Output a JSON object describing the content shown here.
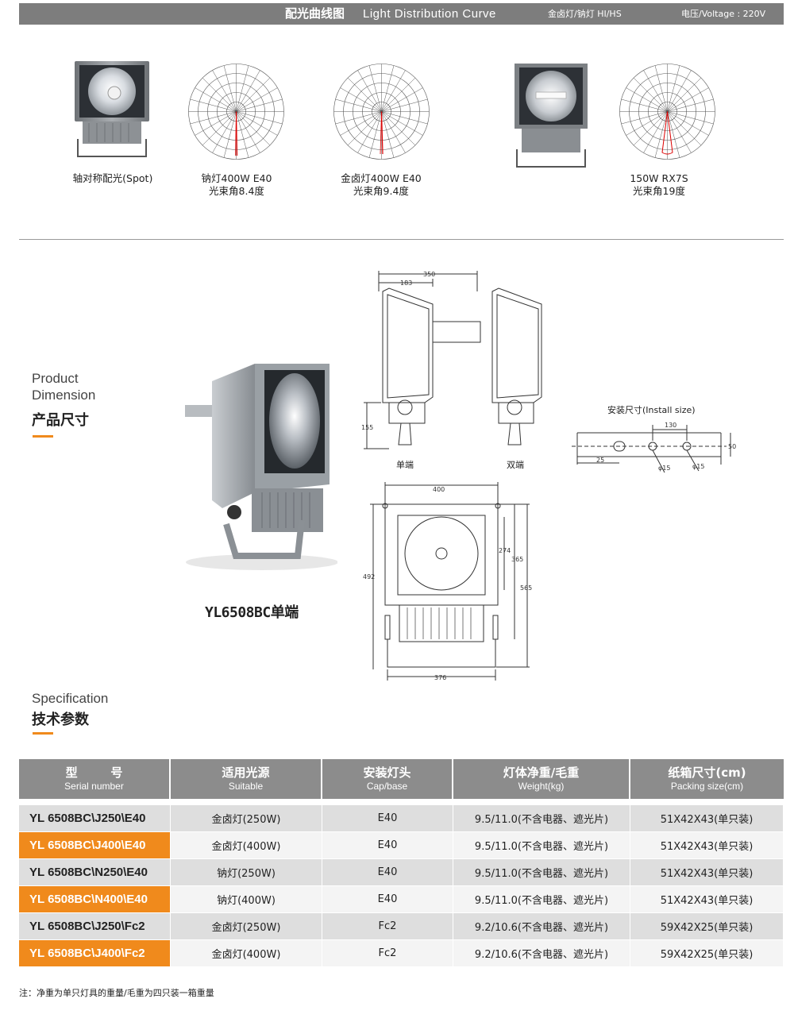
{
  "header": {
    "title_cn": "配光曲线图",
    "title_en": "Light Distribution Curve",
    "lamp_types": "金卤灯/钠灯  HI/HS",
    "voltage": "电压/Voltage : 220V"
  },
  "curves": {
    "spot_caption": "轴对称配光(Spot)",
    "sodium_line1": "钠灯400W   E40",
    "sodium_line2": "光束角8.4度",
    "metal_line1": "金卤灯400W   E40",
    "metal_line2": "光束角9.4度",
    "rx7s_line1": "150W   RX7S",
    "rx7s_line2": "光束角19度"
  },
  "dimension": {
    "title_en_1": "Product",
    "title_en_2": "Dimension",
    "title_cn": "产品尺寸",
    "model_label": "YL6508BC单端",
    "side_single_label": "单端",
    "side_double_label": "双端",
    "install_label": "安装尺寸(Install size)",
    "dims": {
      "d350": "350",
      "d183": "183",
      "d155": "155",
      "d130": "130",
      "d25": "25",
      "d50": "50",
      "phi15a": "φ15",
      "phi15b": "φ15",
      "d400": "400",
      "d492": "492",
      "d274": "274",
      "d365": "365",
      "d565": "565",
      "d376": "376"
    }
  },
  "spec": {
    "title_en": "Specification",
    "title_cn": "技术参数",
    "columns": [
      {
        "cn": "型        号",
        "en": "Serial number"
      },
      {
        "cn": "适用光源",
        "en": "Suitable"
      },
      {
        "cn": "安装灯头",
        "en": "Cap/base"
      },
      {
        "cn": "灯体净重/毛重",
        "en": "Weight(kg)"
      },
      {
        "cn": "纸箱尺寸(cm)",
        "en": "Packing size(cm)"
      }
    ],
    "rows": [
      [
        "YL 6508BC\\J250\\E40",
        "金卤灯(250W)",
        "E40",
        "9.5/11.0(不含电器、遮光片)",
        "51X42X43(单只装)"
      ],
      [
        "YL 6508BC\\J400\\E40",
        "金卤灯(400W)",
        "E40",
        "9.5/11.0(不含电器、遮光片)",
        "51X42X43(单只装)"
      ],
      [
        "YL 6508BC\\N250\\E40",
        "钠灯(250W)",
        "E40",
        "9.5/11.0(不含电器、遮光片)",
        "51X42X43(单只装)"
      ],
      [
        "YL 6508BC\\N400\\E40",
        "钠灯(400W)",
        "E40",
        "9.5/11.0(不含电器、遮光片)",
        "51X42X43(单只装)"
      ],
      [
        "YL 6508BC\\J250\\Fc2",
        "金卤灯(250W)",
        "Fc2",
        "9.2/10.6(不含电器、遮光片)",
        "59X42X25(单只装)"
      ],
      [
        "YL 6508BC\\J400\\Fc2",
        "金卤灯(400W)",
        "Fc2",
        "9.2/10.6(不含电器、遮光片)",
        "59X42X25(单只装)"
      ]
    ],
    "note": "注：净重为单只灯具的重量/毛重为四只装一箱重量"
  },
  "colors": {
    "accent": "#f08a1c",
    "header_gray": "#7d7d7d",
    "table_header": "#8c8c8c"
  }
}
